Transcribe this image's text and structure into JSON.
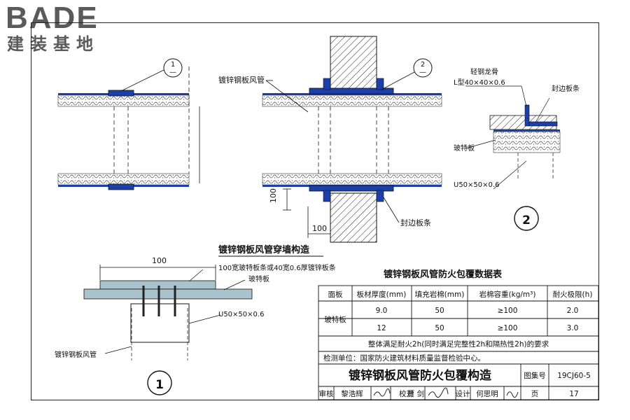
{
  "logo": {
    "main": "BADE",
    "sub": "建装基地"
  },
  "callouts": {
    "one_top": "1",
    "two_top": "2",
    "dash": "—",
    "detail_one": "1",
    "detail_two": "2"
  },
  "labels": {
    "duct_top": "镀锌钢板风管",
    "light_steel_keel": "轻钢龙骨",
    "l_type": "L型40×40×0.6",
    "edge_strip_right": "封边板条",
    "glass_board_left": "玻特板",
    "u_channel_right": "U50×50×0.6",
    "edge_strip_wall": "封边板条",
    "dim_100_vertical": "100",
    "dim_100_horizontal": "100",
    "wall_section_title": "镀锌钢板风管穿墙构造",
    "detail1_dim": "100",
    "detail1_strip": "100宽玻特板条或40宽0.6厚镀锌板条",
    "detail1_board": "玻特板",
    "detail1_u": "U50×50×0.6",
    "detail1_duct": "镀锌钢板风管"
  },
  "table": {
    "title": "镀锌钢板风管防火包覆数据表",
    "headers": [
      "面板",
      "板材厚度(mm)",
      "填充岩棉(mm)",
      "岩棉容重(kg/m³)",
      "耐火极限(h)"
    ],
    "panel_name": "玻特板",
    "rows": [
      [
        "9.0",
        "50",
        "≥100",
        "2.0"
      ],
      [
        "12",
        "50",
        "≥100",
        "3.0"
      ]
    ],
    "note": "整体满足耐火2h(同时满足完整性2h和隔热性2h)的要求",
    "inspection": "检测单位：国家防火建筑材料质量监督检验中心。"
  },
  "title_block": {
    "main_title": "镀锌钢板风管防火包覆构造",
    "atlas_label": "图集号",
    "atlas_no": "19CJ60-5",
    "review_label": "审核",
    "reviewer": "黎浩辉",
    "check_label": "校对",
    "checker": "贾 剑",
    "design_label": "设计",
    "designer": "何思明",
    "page_label": "页",
    "page_no": "17"
  }
}
